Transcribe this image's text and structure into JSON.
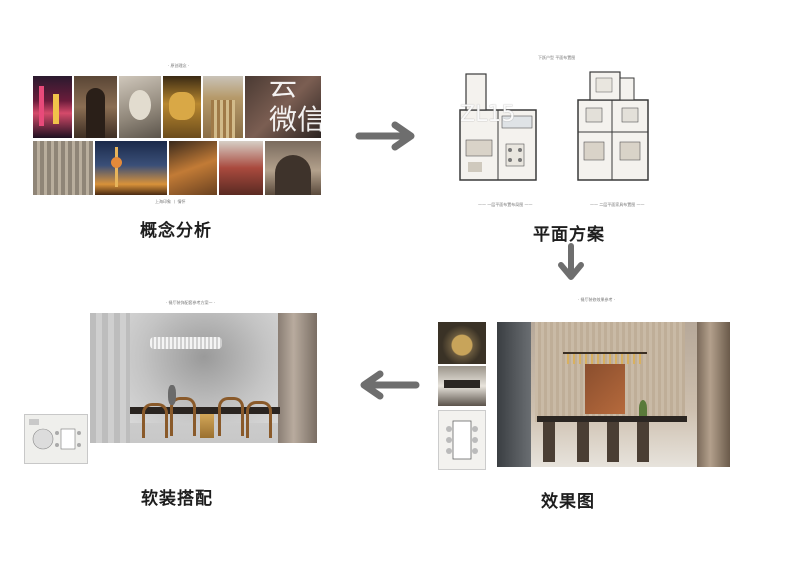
{
  "stages": {
    "concept": {
      "label": "概念分析",
      "top_caption": "· 原创理念 ·",
      "bottom_caption": "上海印象 丨 情怀",
      "watermark_line1": "云",
      "watermark_line2": "微信"
    },
    "plan": {
      "label": "平面方案",
      "top_caption": "下跃户型 平面布置图",
      "left_caption": "—— 一层平面布置布局图 ——",
      "right_caption": "—— 二层平面家具布置图 ——",
      "watermark": "ZL15"
    },
    "render": {
      "label": "效果图",
      "top_caption": "· 餐厅装修效果参考 ·"
    },
    "soft": {
      "label": "软装搭配",
      "top_caption": "· 餐厅装饰配套参考方案一 ·"
    }
  },
  "colors": {
    "arrow": "#6e6e6e",
    "label": "#1e1e1e"
  },
  "icons": [
    "arrow-right-icon",
    "arrow-down-icon",
    "arrow-left-icon"
  ]
}
